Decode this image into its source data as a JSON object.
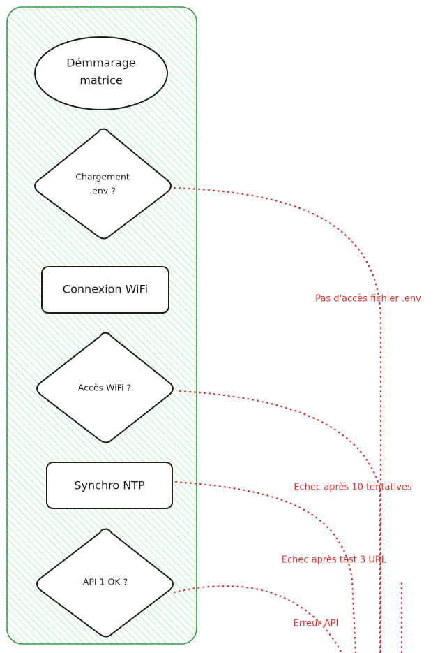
{
  "colors": {
    "container_stroke": "#2f9e44",
    "container_hatch": "#b2f2bb",
    "node_stroke": "#1e1e1e",
    "node_fill": "#ffffff",
    "edge": "#e03131",
    "text": "#1e1e1e"
  },
  "nodes": {
    "start": {
      "line1": "Démmarage",
      "line2": "matrice"
    },
    "env_check": {
      "line1": "Chargement",
      "line2": ".env ?"
    },
    "wifi_connect": {
      "label": "Connexion WiFi"
    },
    "wifi_check": {
      "label": "Accès WiFi ?"
    },
    "ntp_sync": {
      "label": "Synchro NTP"
    },
    "api_check": {
      "label": "API 1 OK ?"
    }
  },
  "edges": {
    "env_fail": {
      "label": "Pas d'accès fichier .env"
    },
    "wifi_fail": {
      "label": "Echec après 10 tentatives"
    },
    "ntp_fail": {
      "label": "Echec après test 3 URL"
    },
    "api_fail": {
      "label": "Erreur API"
    }
  }
}
